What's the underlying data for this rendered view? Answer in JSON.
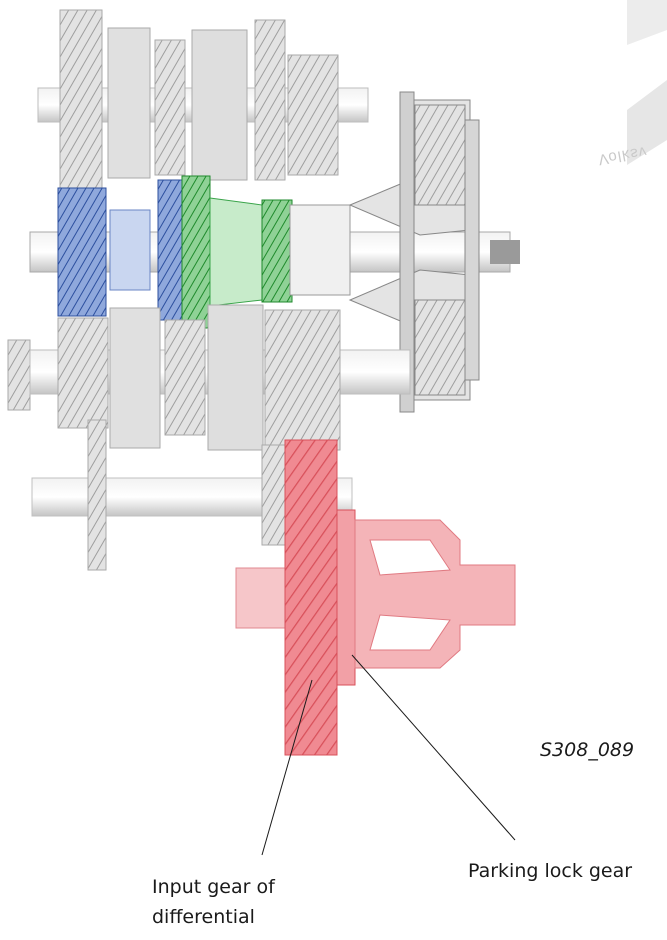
{
  "figure_code": "S308_089",
  "labels": {
    "input_gear_line1": "Input gear of",
    "input_gear_line2": "differential",
    "parking_lock_gear": "Parking lock gear"
  },
  "watermark_fragment": "Volksv",
  "colors": {
    "shaft_grey": "#d8d8d8",
    "shaft_dark": "#9a9a9a",
    "input_shaft_blue": "#3a5fb0",
    "gear_green": "#2f9a3c",
    "differential_red": "#e8606a",
    "differential_light": "#f4b4b8",
    "leader_line": "#1a1a1a"
  }
}
